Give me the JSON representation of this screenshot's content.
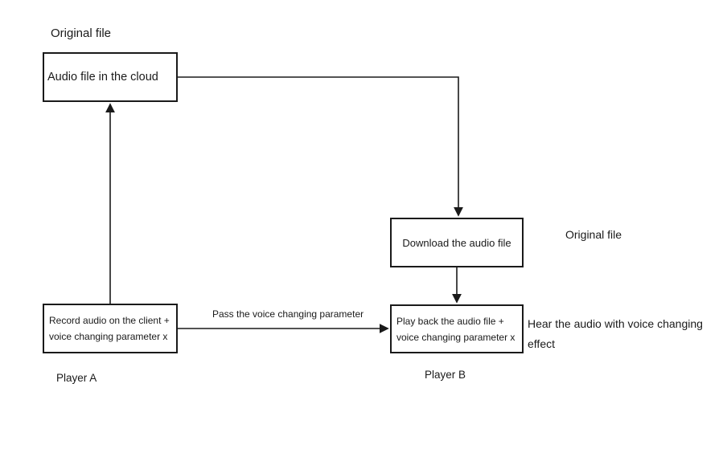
{
  "diagram": {
    "title_labels": {
      "original_file_top": "Original file",
      "original_file_right": "Original file",
      "player_a": "Player A",
      "player_b": "Player B"
    },
    "boxes": {
      "cloud": {
        "label": "Audio file in the cloud"
      },
      "download": {
        "label": "Download the audio file"
      },
      "record": {
        "line1": "Record audio on the client +",
        "line2": "voice changing parameter x"
      },
      "playback": {
        "line1": "Play back the audio file +",
        "line2": "voice changing parameter x"
      }
    },
    "edge_labels": {
      "pass_param": "Pass the voice changing parameter",
      "hear_effect": "Hear the audio with voice changing effect"
    },
    "colors": {
      "line": "#1a1a1a",
      "background": "#ffffff"
    }
  }
}
